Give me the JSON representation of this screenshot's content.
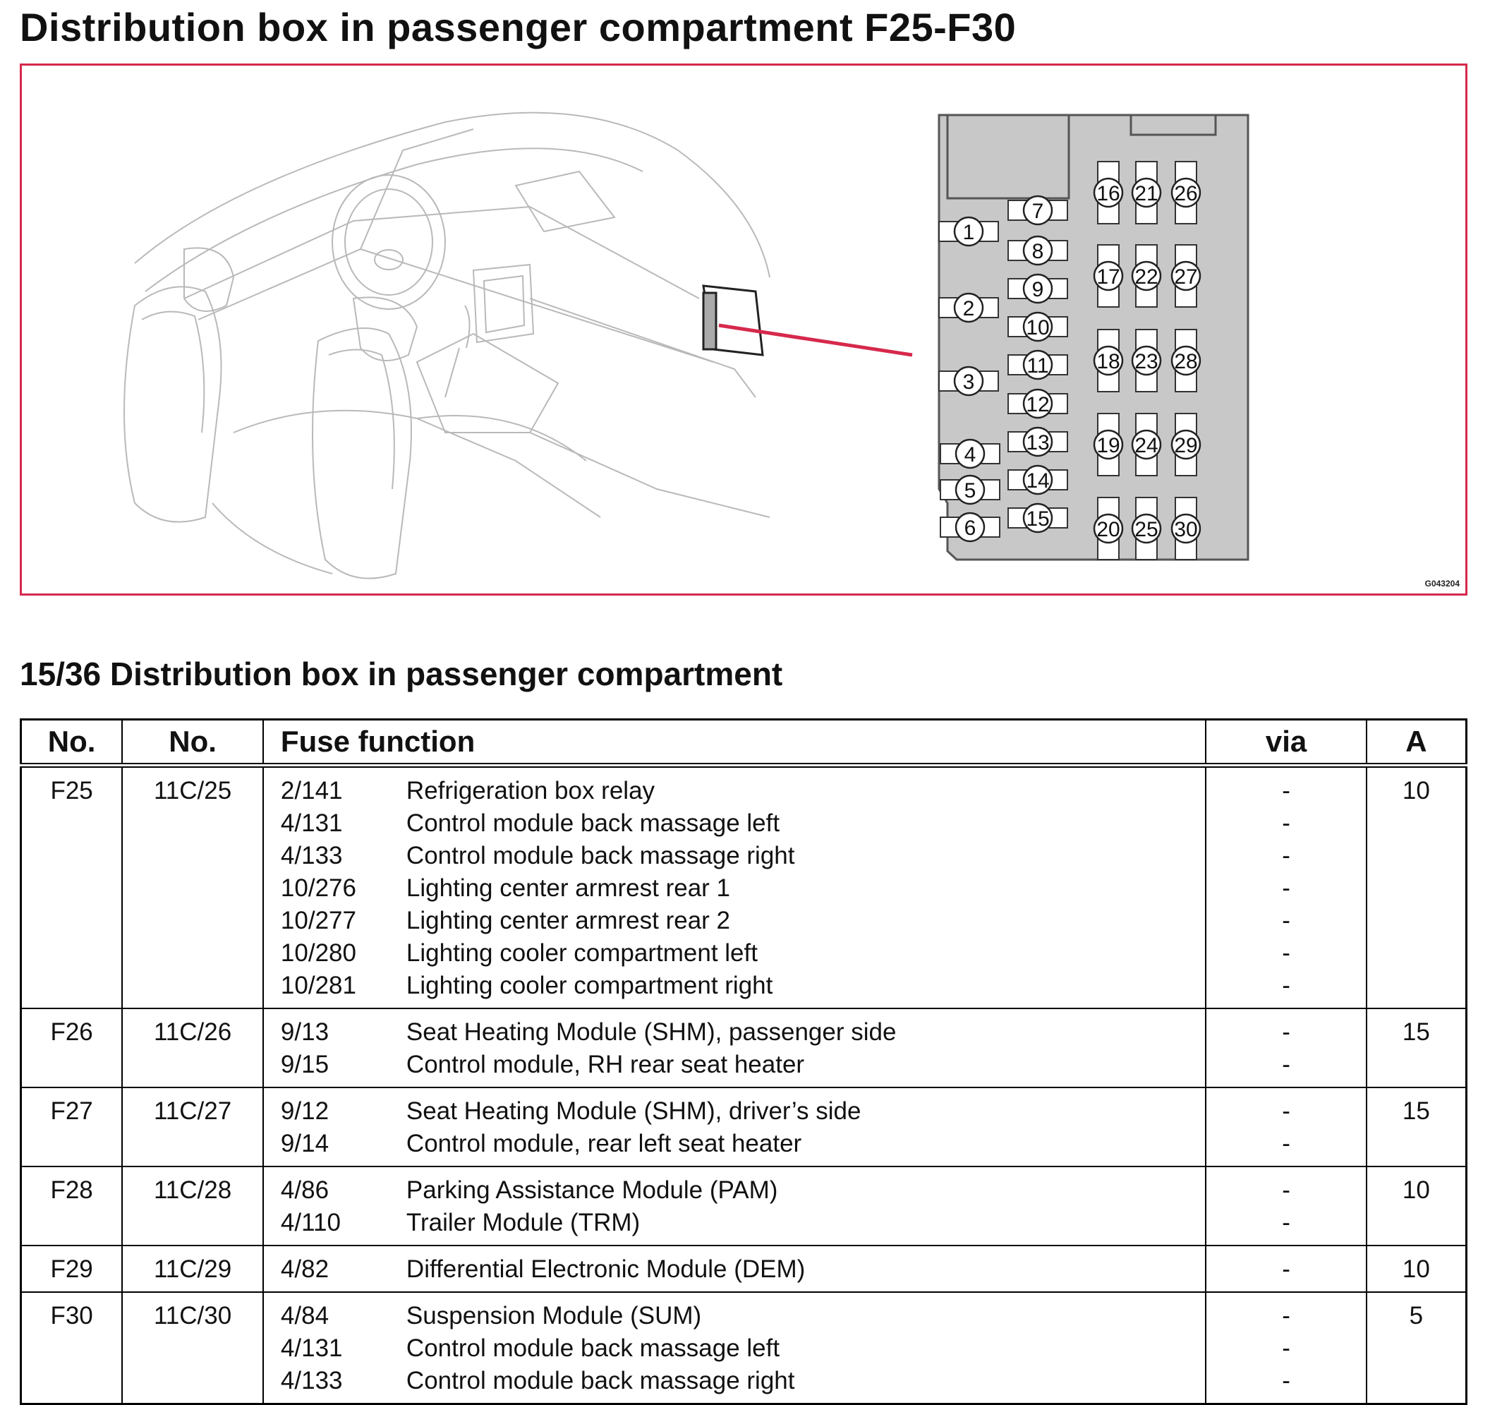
{
  "page_title": "Distribution box in passenger compartment F25-F30",
  "figure": {
    "code": "G043204",
    "fuse_numbers": [
      "1",
      "2",
      "3",
      "4",
      "5",
      "6",
      "7",
      "8",
      "9",
      "10",
      "11",
      "12",
      "13",
      "14",
      "15",
      "16",
      "17",
      "18",
      "19",
      "20",
      "21",
      "22",
      "23",
      "24",
      "25",
      "26",
      "27",
      "28",
      "29",
      "30"
    ],
    "colors": {
      "frame": "#d6294c",
      "pointer": "#d6294c",
      "box_fill": "#c8c8c8"
    }
  },
  "section_title": "15/36 Distribution box in passenger compartment",
  "table": {
    "headers": {
      "fuse": "No.",
      "connector": "No.",
      "function": "Fuse function",
      "via": "via",
      "amps": "A"
    },
    "rows": [
      {
        "fuse": "F25",
        "connector": "11C/25",
        "amps": "10",
        "entries": [
          {
            "code": "2/141",
            "desc": "Refrigeration box relay",
            "via": "-"
          },
          {
            "code": "4/131",
            "desc": "Control module back massage left",
            "via": "-"
          },
          {
            "code": "4/133",
            "desc": "Control module back massage right",
            "via": "-"
          },
          {
            "code": "10/276",
            "desc": "Lighting center armrest rear 1",
            "via": "-"
          },
          {
            "code": "10/277",
            "desc": "Lighting center armrest rear 2",
            "via": "-"
          },
          {
            "code": "10/280",
            "desc": "Lighting cooler compartment left",
            "via": "-"
          },
          {
            "code": "10/281",
            "desc": "Lighting cooler compartment right",
            "via": "-"
          }
        ]
      },
      {
        "fuse": "F26",
        "connector": "11C/26",
        "amps": "15",
        "entries": [
          {
            "code": "9/13",
            "desc": "Seat Heating Module (SHM), passenger side",
            "via": "-"
          },
          {
            "code": "9/15",
            "desc": "Control module, RH rear seat heater",
            "via": "-"
          }
        ]
      },
      {
        "fuse": "F27",
        "connector": "11C/27",
        "amps": "15",
        "entries": [
          {
            "code": "9/12",
            "desc": "Seat Heating Module (SHM), driver’s side",
            "via": "-"
          },
          {
            "code": "9/14",
            "desc": "Control module, rear left seat heater",
            "via": "-"
          }
        ]
      },
      {
        "fuse": "F28",
        "connector": "11C/28",
        "amps": "10",
        "entries": [
          {
            "code": "4/86",
            "desc": "Parking Assistance Module (PAM)",
            "via": "-"
          },
          {
            "code": "4/110",
            "desc": "Trailer Module (TRM)",
            "via": "-"
          }
        ]
      },
      {
        "fuse": "F29",
        "connector": "11C/29",
        "amps": "10",
        "entries": [
          {
            "code": "4/82",
            "desc": "Differential Electronic Module (DEM)",
            "via": "-"
          }
        ]
      },
      {
        "fuse": "F30",
        "connector": "11C/30",
        "amps": "5",
        "entries": [
          {
            "code": "4/84",
            "desc": "Suspension Module (SUM)",
            "via": "-"
          },
          {
            "code": "4/131",
            "desc": "Control module back massage left",
            "via": "-"
          },
          {
            "code": "4/133",
            "desc": "Control module back massage right",
            "via": "-"
          }
        ]
      }
    ]
  }
}
